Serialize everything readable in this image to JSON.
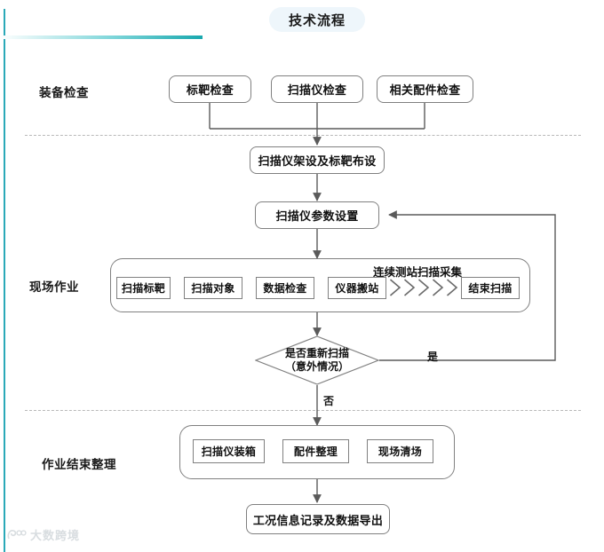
{
  "header": {
    "title": "技术流程"
  },
  "colors": {
    "rail": "#2aa9b8",
    "title_pill_bg": "#eef6fb",
    "underline_from": "#7fd6da",
    "underline_to": "#19a8ae",
    "node_border": "#808080",
    "dashed": "#b8b8b8",
    "text": "#111111",
    "watermark": "#d8dde0"
  },
  "sections": [
    {
      "key": "equipment-check",
      "label": "装备检查"
    },
    {
      "key": "field-work",
      "label": "现场作业"
    },
    {
      "key": "wrap-up",
      "label": "作业结束整理"
    }
  ],
  "nodes": {
    "check_target": "标靶检查",
    "check_scanner": "扫描仪检查",
    "check_accessories": "相关配件检查",
    "setup": "扫描仪架设及标靶布设",
    "params": "扫描仪参数设置",
    "scan_target": "扫描标靶",
    "scan_object": "扫描对象",
    "data_check": "数据检查",
    "move_station": "仪器搬站",
    "end_scan": "结束扫描",
    "continuous_label": "连续测站扫描采集",
    "decision_line1": "是否重新扫描",
    "decision_line2": "（意外情况）",
    "pack_scanner": "扫描仪装箱",
    "tidy_accessories": "配件整理",
    "clear_site": "现场清场",
    "record_export": "工况信息记录及数据导出"
  },
  "edges": {
    "yes_label": "是",
    "no_label": "否"
  },
  "chevron_count": 5,
  "watermark": {
    "text": "大数跨境",
    "mark": "logo-mark"
  }
}
